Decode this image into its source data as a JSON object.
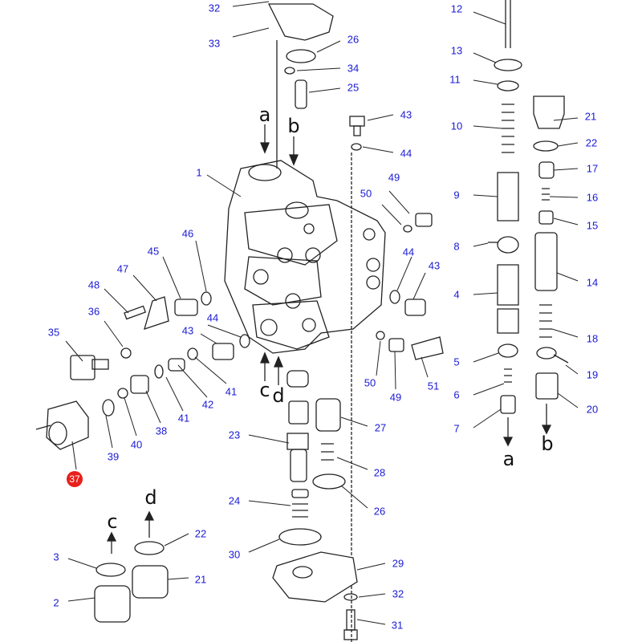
{
  "labels": [
    "32",
    "33",
    "26",
    "34",
    "25",
    "43",
    "44",
    "1",
    "49",
    "50",
    "12",
    "13",
    "11",
    "10",
    "21",
    "22",
    "17",
    "9",
    "16",
    "15",
    "8",
    "14",
    "4",
    "18",
    "5",
    "19",
    "6",
    "20",
    "7",
    "46",
    "45",
    "47",
    "48",
    "36",
    "35",
    "44",
    "43",
    "44",
    "43",
    "50",
    "49",
    "51",
    "41",
    "41",
    "42",
    "38",
    "40",
    "39",
    "37",
    "23",
    "27",
    "28",
    "26",
    "24",
    "30",
    "29",
    "32",
    "31",
    "22",
    "21",
    "3",
    "2"
  ],
  "letters": [
    "a",
    "b",
    "a",
    "b",
    "c",
    "d",
    "c",
    "d"
  ],
  "highlight": {
    "label": "37",
    "color": "#e8201a"
  },
  "label_color": "#1a1ad6"
}
